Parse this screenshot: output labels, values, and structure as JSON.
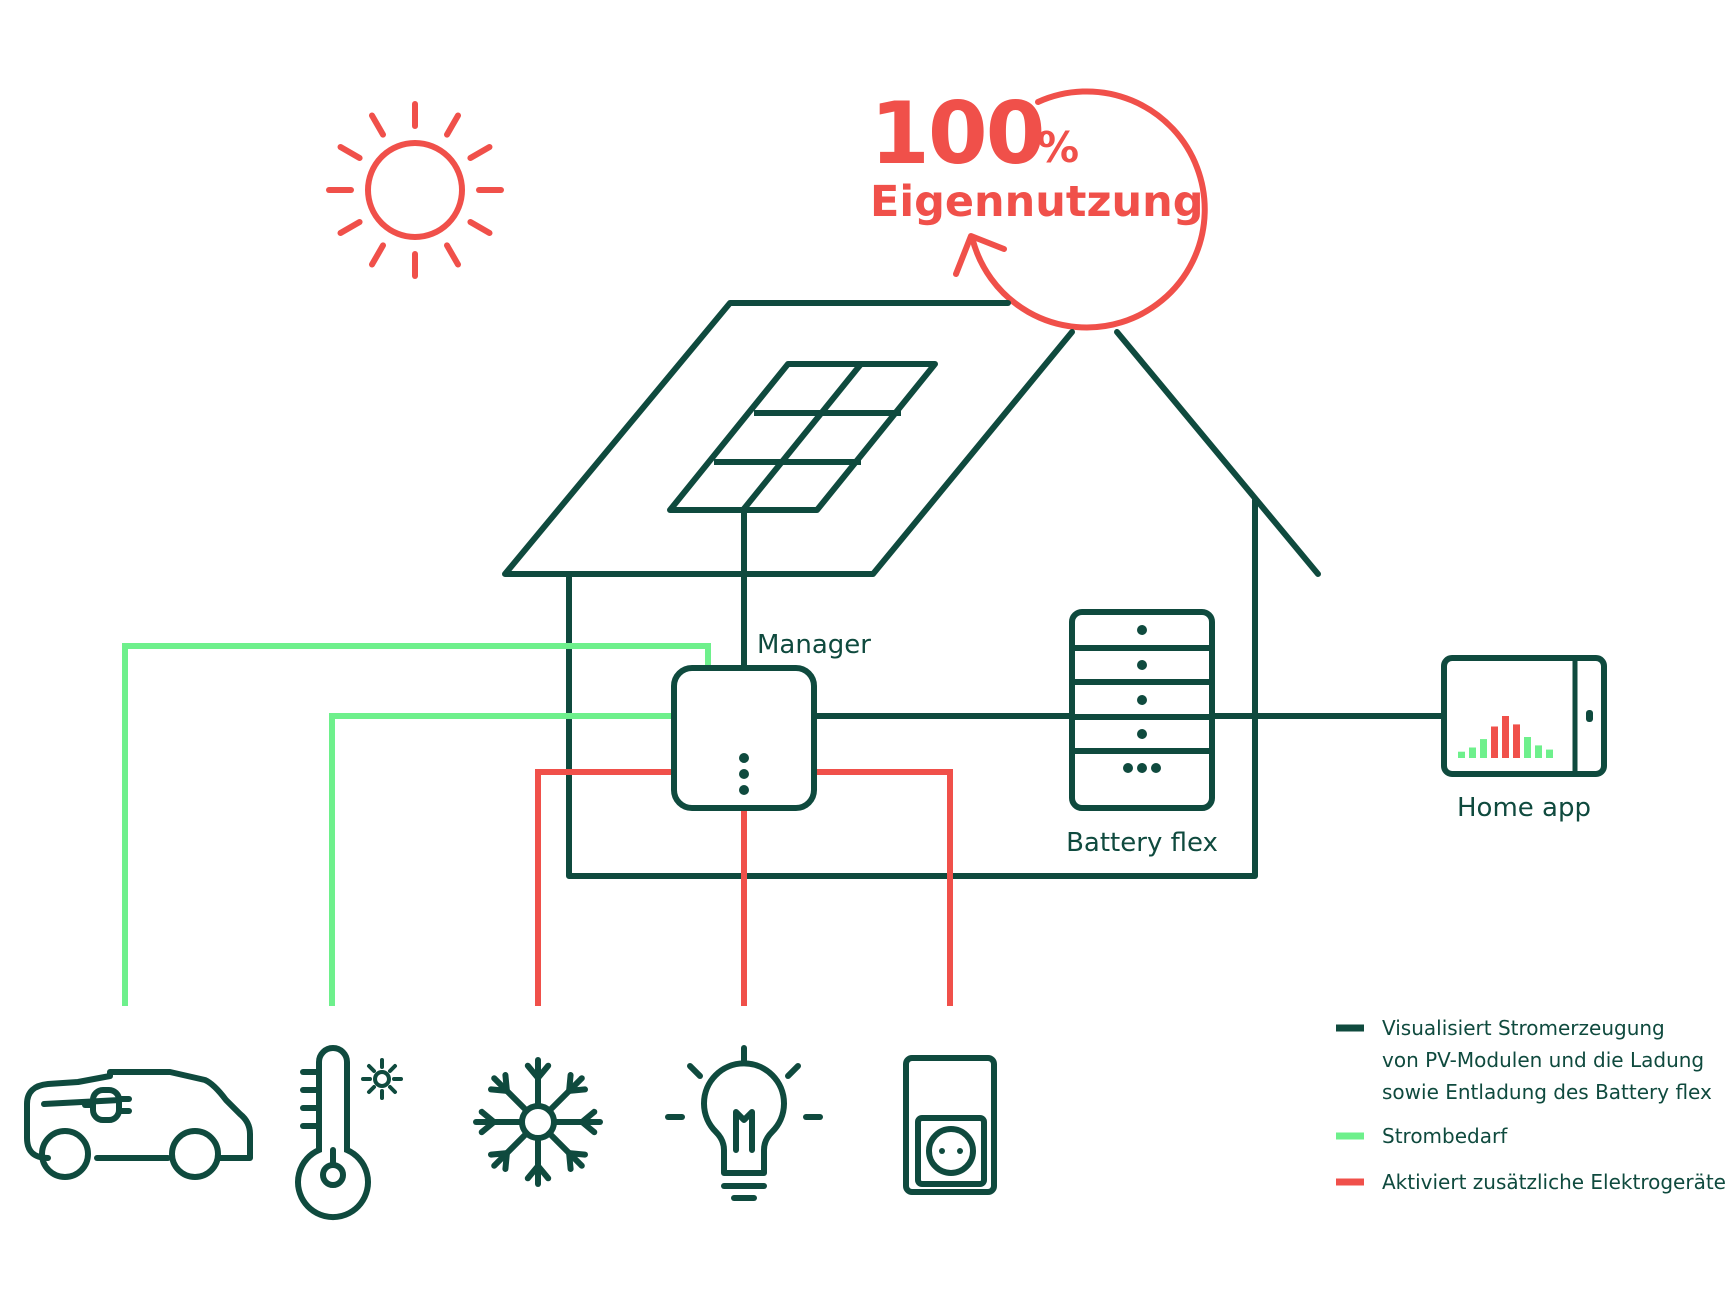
{
  "colors": {
    "dark_green": "#0f4a3e",
    "light_green": "#6ef08c",
    "red": "#f0504a",
    "background": "#ffffff"
  },
  "headline": {
    "percent_value": "100",
    "percent_sign": "%",
    "label": "Eigennutzung"
  },
  "labels": {
    "manager": "Manager",
    "battery": "Battery flex",
    "home_app": "Home app"
  },
  "icons": [
    "sun-icon",
    "solar-panel-icon",
    "manager-device-icon",
    "battery-stack-icon",
    "tablet-app-icon",
    "electric-car-icon",
    "thermometer-icon",
    "snowflake-icon",
    "light-bulb-icon",
    "wall-socket-icon",
    "circular-arrow-icon"
  ],
  "legend": [
    {
      "color_key": "dark_green",
      "lines": [
        "Visualisiert Stromerzeugung",
        "von PV-Modulen und die Ladung",
        "sowie Entladung des Battery flex"
      ]
    },
    {
      "color_key": "light_green",
      "lines": [
        "Strombedarf"
      ]
    },
    {
      "color_key": "red",
      "lines": [
        "Aktiviert zusätzliche Elektrogeräte"
      ]
    }
  ],
  "app_chart_bars": [
    {
      "level": 0.15,
      "color": "light_green"
    },
    {
      "level": 0.25,
      "color": "light_green"
    },
    {
      "level": 0.45,
      "color": "light_green"
    },
    {
      "level": 0.75,
      "color": "red"
    },
    {
      "level": 1.0,
      "color": "red"
    },
    {
      "level": 0.8,
      "color": "red"
    },
    {
      "level": 0.5,
      "color": "light_green"
    },
    {
      "level": 0.3,
      "color": "light_green"
    },
    {
      "level": 0.2,
      "color": "light_green"
    }
  ]
}
